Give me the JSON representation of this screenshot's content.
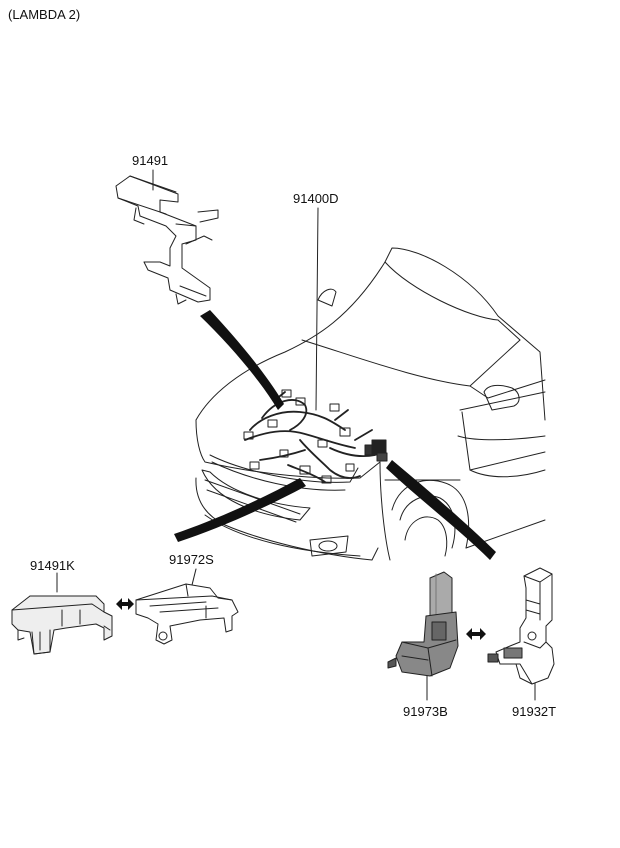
{
  "header": {
    "variant": "(LAMBDA 2)"
  },
  "parts": [
    {
      "id": "91491",
      "label": "91491"
    },
    {
      "id": "91400D",
      "label": "91400D"
    },
    {
      "id": "91491K",
      "label": "91491K"
    },
    {
      "id": "91972S",
      "label": "91972S"
    },
    {
      "id": "91973B",
      "label": "91973B"
    },
    {
      "id": "91932T",
      "label": "91932T"
    }
  ],
  "colors": {
    "line": "#222222",
    "fill": "#ffffff",
    "shade": "#9a9a9a",
    "dark": "#555555"
  }
}
